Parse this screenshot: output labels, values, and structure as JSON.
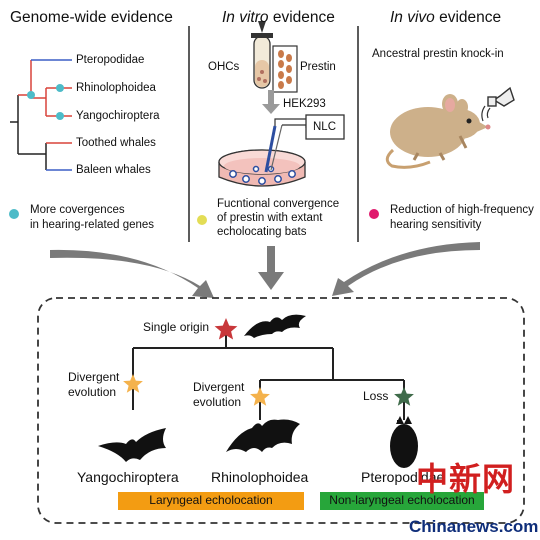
{
  "panels": {
    "genome": {
      "title": "Genome-wide evidence",
      "taxa": [
        "Pteropodidae",
        "Rhinolophoidea",
        "Yangochiroptera",
        "Toothed whales",
        "Baleen whales"
      ],
      "note_lines": [
        "More covergences",
        "in hearing-related genes"
      ],
      "dot_color": "#4dbbc8"
    },
    "vitro": {
      "title_italic": "In vitro",
      "title_rest": " evidence",
      "ohc_label": "OHCs",
      "prestin_label": "Prestin",
      "cell_label": "HEK293",
      "nlc_label": "NLC",
      "note_lines": [
        "Fucntional convergence",
        "of prestin with extant",
        "echolocating bats"
      ],
      "dot_color": "#e3dd55"
    },
    "vivo": {
      "title_italic": "In vivo",
      "title_rest": " evidence",
      "subtitle": "Ancestral prestin knock-in",
      "note_lines": [
        "Reduction of high-frequency",
        "hearing sensitivity"
      ],
      "dot_color": "#e0196c"
    }
  },
  "summary": {
    "origin_label": "Single origin",
    "divergent_left": [
      "Divergent",
      "evolution"
    ],
    "divergent_mid": [
      "Divergent",
      "evolution"
    ],
    "loss_label": "Loss",
    "groups": [
      "Yangochiroptera",
      "Rhinolophoidea",
      "Pteropodidae"
    ],
    "laryngeal_box": "Laryngeal echolocation",
    "nonlaryngeal_box": "Non-laryngeal echolocation",
    "origin_star_color": "#c8373a",
    "divergent_star_color": "#f4b24c",
    "loss_star_color": "#3f6b4a",
    "laryngeal_color": "#f39c12",
    "nonlaryngeal_color": "#27a63a"
  },
  "watermark": {
    "chinese": "中新网",
    "english": "Chinanews.com"
  },
  "colors": {
    "tree_red": "#d9433a",
    "tree_blue": "#3b5fc6",
    "tree_dark": "#222222",
    "arrow_gray": "#7a7a7a"
  }
}
